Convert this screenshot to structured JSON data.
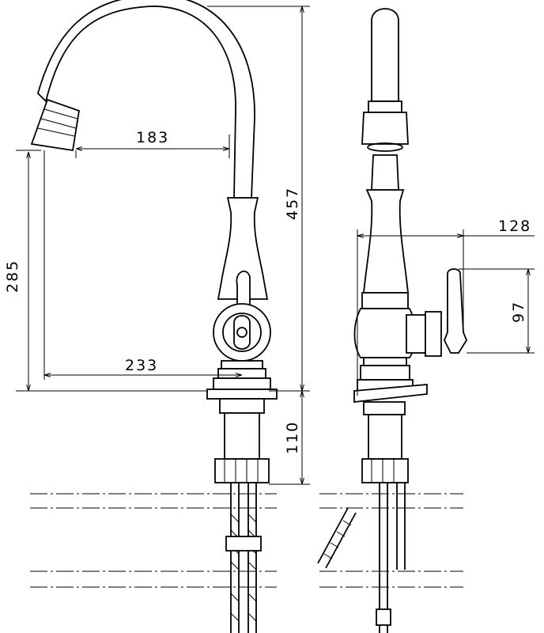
{
  "dimensions": {
    "spout_reach": "183",
    "spout_height": "285",
    "total_height": "457",
    "base_to_spout": "233",
    "lever_reach": "128",
    "lever_height": "97",
    "shank_length": "110"
  }
}
